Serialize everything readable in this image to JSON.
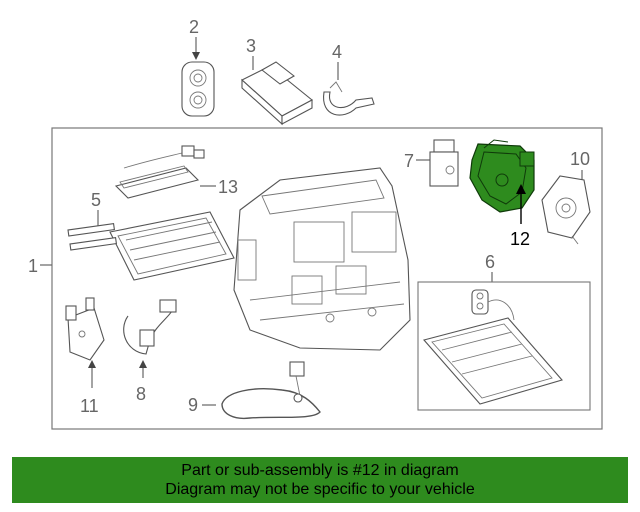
{
  "callouts": {
    "c1": "1",
    "c2": "2",
    "c3": "3",
    "c4": "4",
    "c5": "5",
    "c6": "6",
    "c7": "7",
    "c8": "8",
    "c9": "9",
    "c10": "10",
    "c11": "11",
    "c12": "12",
    "c13": "13"
  },
  "highlight_color": "#2e8b1e",
  "banner": {
    "line1": "Part or sub-assembly is #12 in diagram",
    "line2": "Diagram may not be specific to your vehicle"
  }
}
